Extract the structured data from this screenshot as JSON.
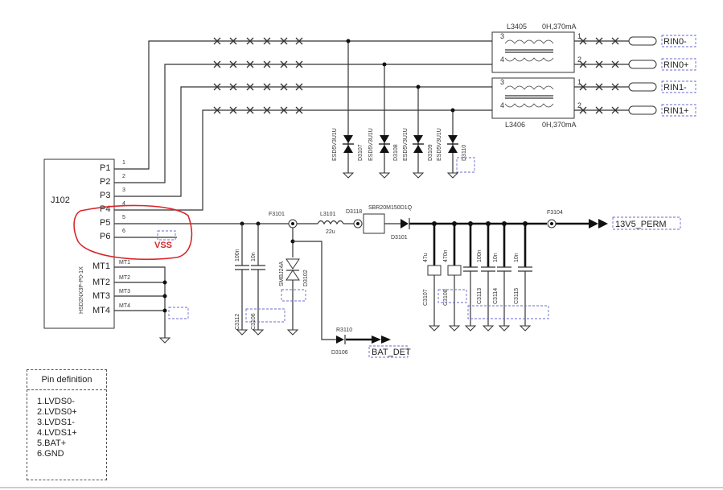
{
  "connector": {
    "ref": "J102",
    "part": "HSD2NX3P-P0-1X",
    "pins": [
      "P1",
      "P2",
      "P3",
      "P4",
      "P5",
      "P6",
      "MT1",
      "MT2",
      "MT3",
      "MT4"
    ],
    "pin_numbers": [
      "1",
      "2",
      "3",
      "4",
      "5",
      "6"
    ],
    "mt_nets": [
      "MT1",
      "MT2",
      "MT3",
      "MT4"
    ]
  },
  "chokes": [
    {
      "ref": "L3405",
      "value": "0H,370mA"
    },
    {
      "ref": "L3406",
      "value": "0H,370mA"
    }
  ],
  "choke_pins": [
    "3",
    "4",
    "1",
    "2",
    "3",
    "4",
    "1",
    "2"
  ],
  "ports": [
    "RIN0-",
    "RIN0+",
    "RIN1-",
    "RIN1+",
    "13V5_PERM",
    "BAT_DET"
  ],
  "tvs_diodes": [
    "D3107",
    "D3108",
    "D3109",
    "D3110"
  ],
  "tvs_values": [
    "ESD5V3U1U",
    "ESD5V3U1U",
    "ESD5V3U1U",
    "ESD5V3U1U"
  ],
  "power_parts": {
    "fuse": "F3101",
    "fuse_out": "F3104",
    "inductor": "L3101",
    "inductor_value": "22u",
    "diode_label": "D3118",
    "schottky": "SBR20M150D1Q",
    "schottky_ref": "D3101",
    "tvs_power": "D3102",
    "tvs_power_value": "SMBJ24A",
    "det_ref": "R3110",
    "det_diode": "D3106"
  },
  "capacitors": [
    "C3112",
    "C3106",
    "C3107",
    "C3108",
    "C3113",
    "C3114",
    "C3115"
  ],
  "cap_values": [
    "100n",
    "10n",
    "47u",
    "470n",
    "100n",
    "10n",
    "10n"
  ],
  "annotation": {
    "text": "VSS"
  },
  "pin_definition": {
    "title": "Pin definition",
    "items": [
      "1.LVDS0-",
      "2.LVDS0+",
      "3.LVDS1-",
      "4.LVDS1+",
      "5.BAT+",
      "6.GND"
    ]
  }
}
